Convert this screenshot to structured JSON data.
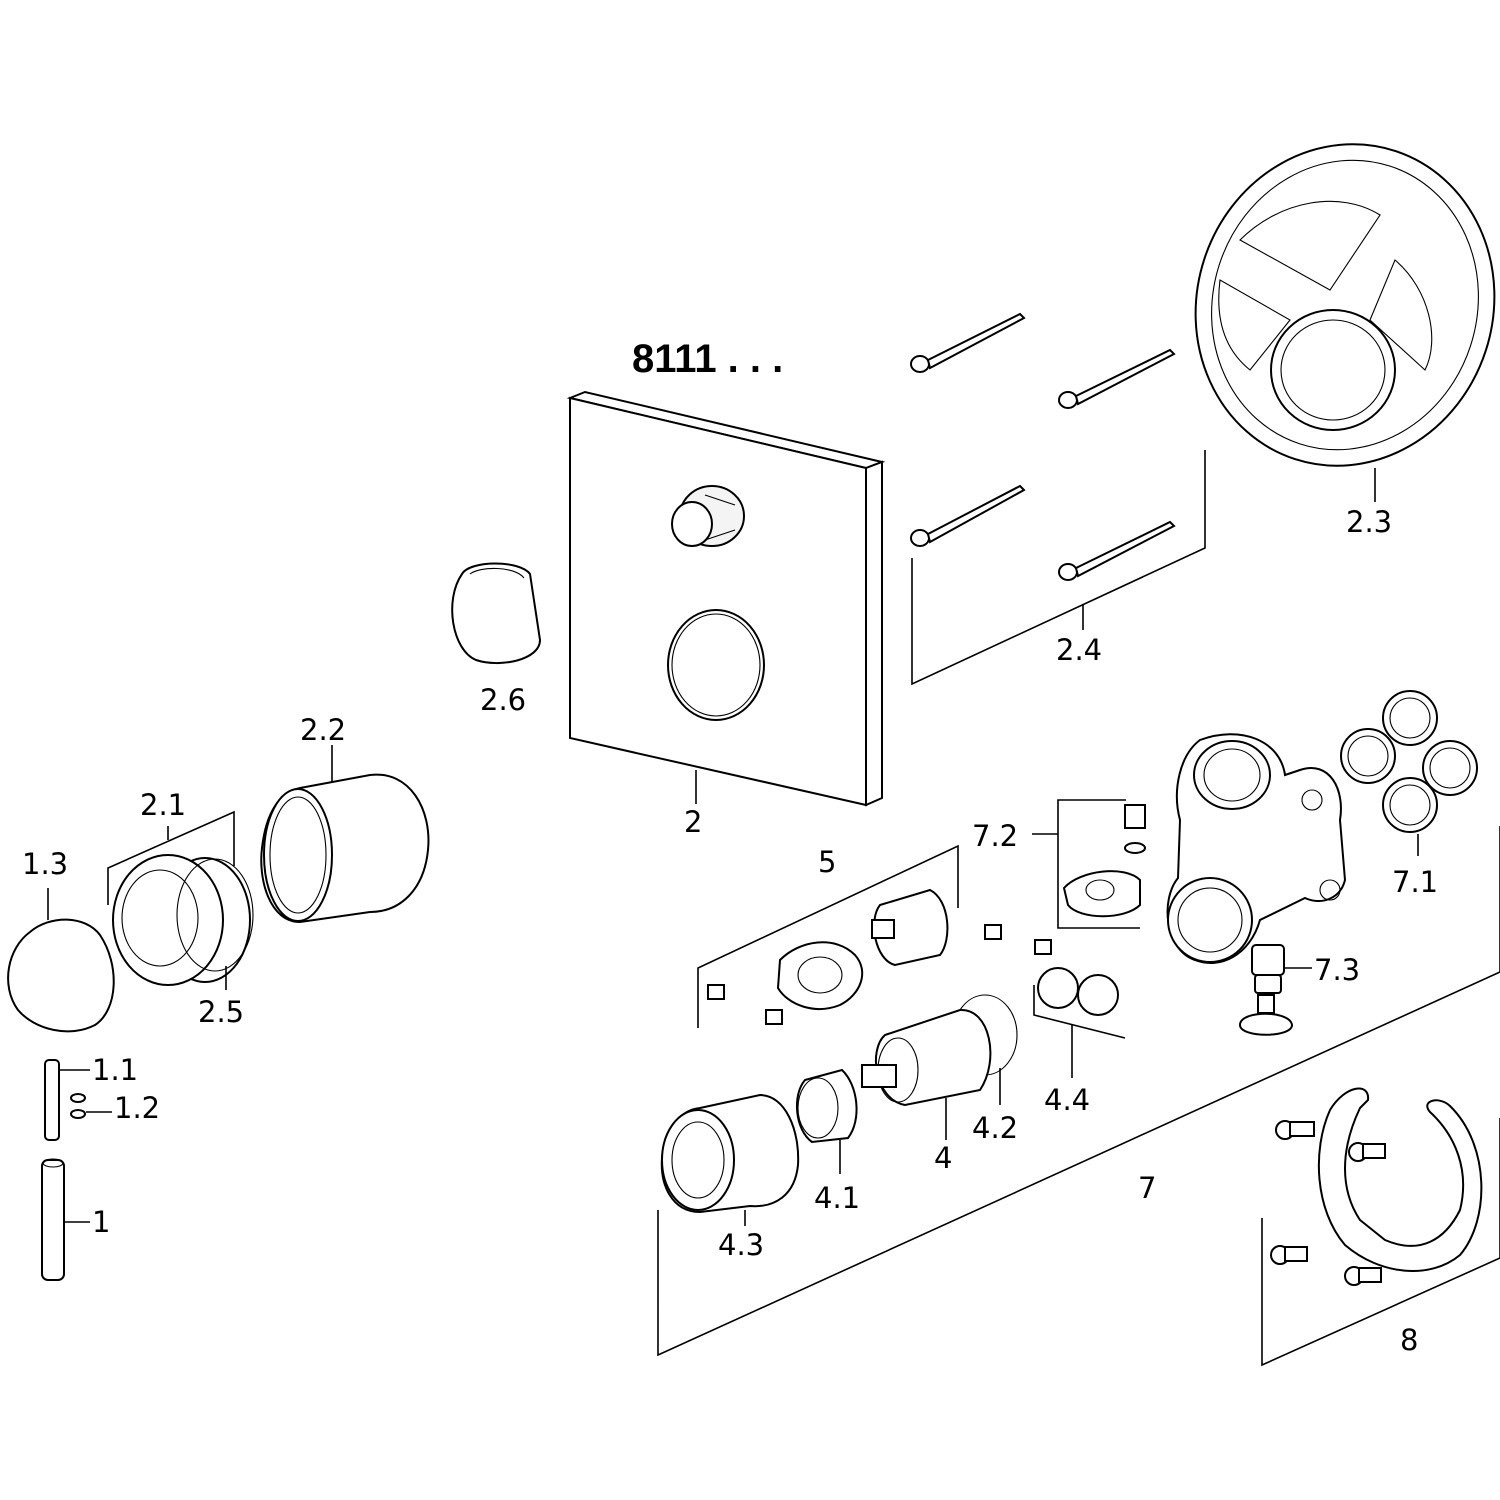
{
  "title": "8111 . . .",
  "labels": {
    "l1": "1",
    "l1_1": "1.1",
    "l1_2": "1.2",
    "l1_3": "1.3",
    "l2": "2",
    "l2_1": "2.1",
    "l2_2": "2.2",
    "l2_3": "2.3",
    "l2_4": "2.4",
    "l2_5": "2.5",
    "l2_6": "2.6",
    "l4": "4",
    "l4_1": "4.1",
    "l4_2": "4.2",
    "l4_3": "4.3",
    "l4_4": "4.4",
    "l5": "5",
    "l7": "7",
    "l7_1": "7.1",
    "l7_2": "7.2",
    "l7_3": "7.3",
    "l8": "8"
  }
}
